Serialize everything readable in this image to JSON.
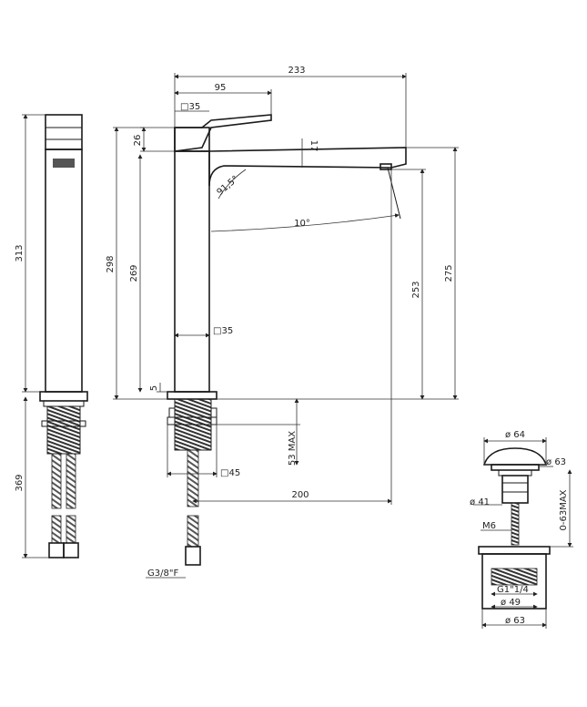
{
  "dimensions": {
    "overall_width": "233",
    "handle_length": "95",
    "handle_square": "35",
    "handle_height": "26",
    "handle_angle": "17",
    "spout_angle": "91,5°",
    "spout_tilt": "10°",
    "side_total_height": "313",
    "total_height": "298",
    "body_height": "269",
    "spout_height_low": "253",
    "spout_height_high": "275",
    "body_square": "35",
    "base_offset": "5",
    "deck_max": "53 MAX",
    "base_square": "45",
    "spout_reach": "200",
    "hose_length": "369",
    "hose_connection": "G3/8\"F"
  },
  "waste": {
    "cap_diameter": "64",
    "flange_diameter": "63",
    "body_diameter": "41",
    "rod_thread": "M6",
    "range_max": "0-63MAX",
    "thread": "G1\"1/4",
    "inner_diameter": "49",
    "bottom_diameter": "63"
  },
  "symbols": {
    "square": "□",
    "diameter": "ø"
  }
}
